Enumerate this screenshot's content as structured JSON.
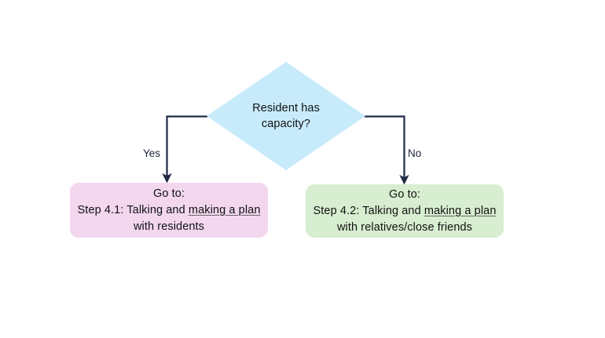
{
  "diagram": {
    "type": "flowchart",
    "background_color": "#ffffff",
    "connector_color": "#1f2a44",
    "decision": {
      "shape": "diamond",
      "fill_color": "#c8ebfb",
      "line1": "Resident has",
      "line2": "capacity?"
    },
    "branches": [
      {
        "label": "Yes",
        "side": "left"
      },
      {
        "label": "No",
        "side": "right"
      }
    ],
    "boxes": [
      {
        "id": "step-4-1",
        "fill_color": "#f2d7ef",
        "line1": "Go to:",
        "line2_prefix": "Step 4.1: Talking and ",
        "line2_squiggle": "making a plan",
        "line3": "with residents"
      },
      {
        "id": "step-4-2",
        "fill_color": "#d7eed1",
        "line1": "Go to:",
        "line2_prefix": "Step 4.2: Talking and ",
        "line2_squiggle": "making a plan",
        "line3": "with relatives/close friends"
      }
    ]
  }
}
